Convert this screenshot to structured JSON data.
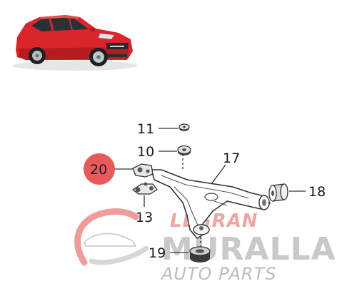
{
  "diagram": {
    "callouts": [
      {
        "id": "11",
        "label": "11"
      },
      {
        "id": "10",
        "label": "10"
      },
      {
        "id": "17",
        "label": "17"
      },
      {
        "id": "20",
        "label": "20"
      },
      {
        "id": "18",
        "label": "18"
      },
      {
        "id": "13",
        "label": "13"
      },
      {
        "id": "19",
        "label": "19"
      }
    ],
    "highlight_color": "#e85a5a"
  },
  "watermark": {
    "line1": "LEGRAN",
    "line2": "MURALLA",
    "line3": "AUTO PARTS",
    "colors": {
      "red": "#e34b4b",
      "gray": "#bdbdbd"
    }
  },
  "car": {
    "body_color": "#d9252b"
  }
}
